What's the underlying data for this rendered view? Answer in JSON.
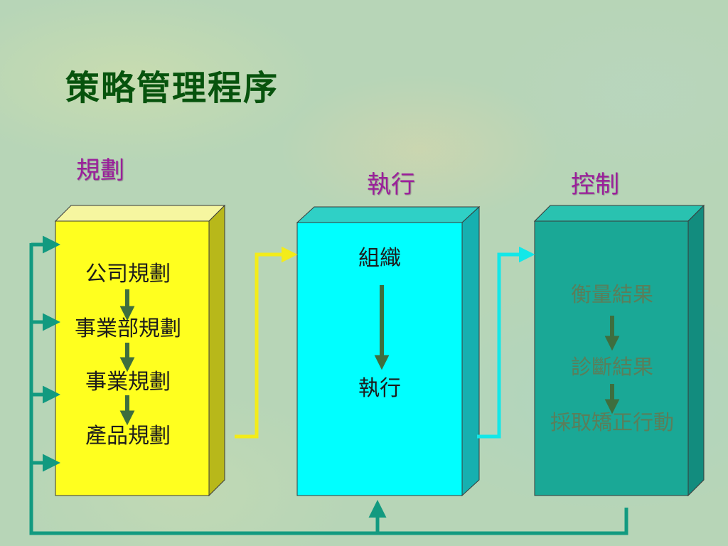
{
  "title": "策略管理程序",
  "stages": {
    "plan": "規劃",
    "execute": "執行",
    "control": "控制"
  },
  "planning_box": {
    "color": "#ffff1f",
    "steps": [
      "公司規劃",
      "事業部規劃",
      "事業規劃",
      "產品規劃"
    ]
  },
  "execution_box": {
    "color": "#00ffff",
    "steps": [
      "組織",
      "執行"
    ]
  },
  "control_box": {
    "color": "#1aa896",
    "steps": [
      "衡量結果",
      "診斷結果",
      "採取矯正行動"
    ]
  },
  "colors": {
    "title": "#07530d",
    "stage_label": "#9b1f9b",
    "feedback_line": "#129a80",
    "inner_arrow": "#3e6e3e"
  }
}
